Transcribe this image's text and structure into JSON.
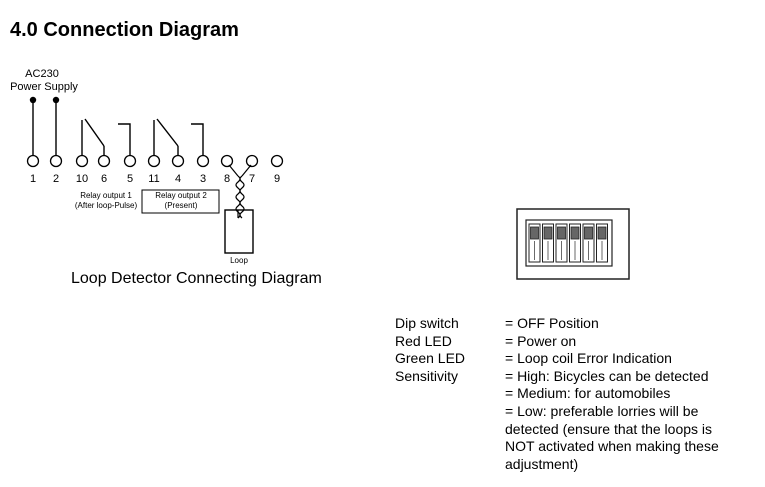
{
  "heading": "4.0 Connection Diagram",
  "power_supply": {
    "line1": "AC230",
    "line2": "Power Supply"
  },
  "terminals": [
    "1",
    "2",
    "10",
    "6",
    "5",
    "11",
    "4",
    "3",
    "8",
    "7",
    "9"
  ],
  "relay1": {
    "line1": "Relay output 1",
    "line2": "(After loop-Pulse)"
  },
  "relay2": {
    "line1": "Relay output 2",
    "line2": "(Present)"
  },
  "loop_label": "Loop",
  "caption": "Loop Detector Connecting Diagram",
  "legend": {
    "labels": [
      "Dip switch",
      "Red LED",
      "Green LED",
      "Sensitivity"
    ],
    "values": [
      "= OFF Position",
      "= Power on",
      "= Loop coil Error Indication",
      "= High: Bicycles can be detected",
      "= Medium: for automobiles",
      "= Low: preferable lorries will be",
      "detected (ensure that the loops is",
      "NOT activated when making these",
      "adjustment)"
    ]
  }
}
